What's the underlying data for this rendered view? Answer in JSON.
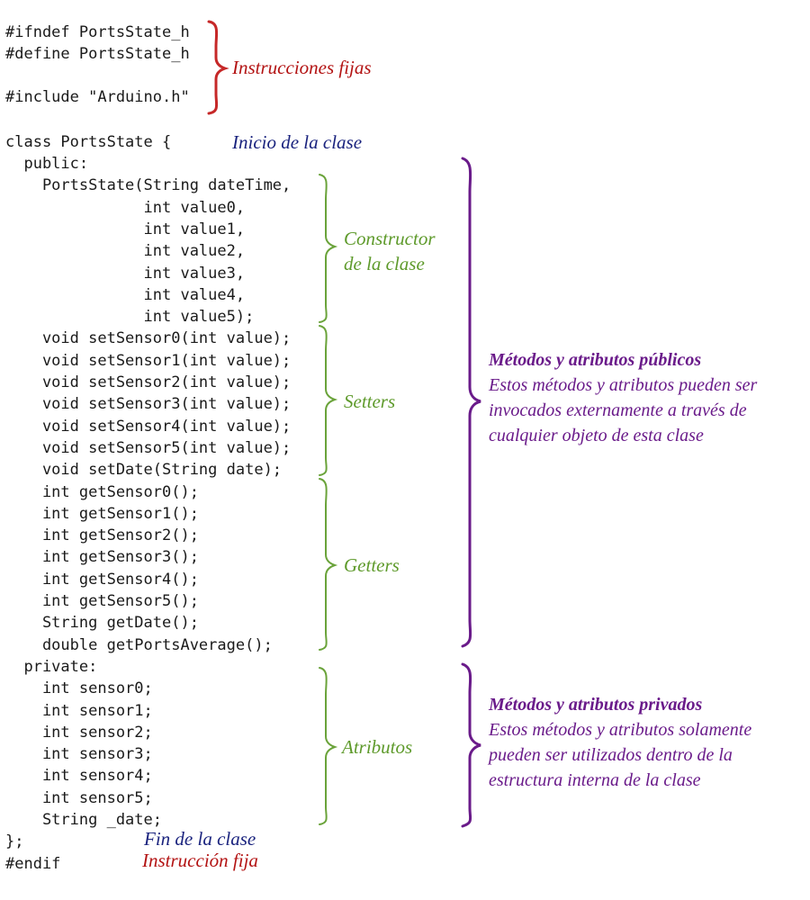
{
  "code_lines": [
    "#ifndef PortsState_h",
    "#define PortsState_h",
    "",
    "#include \"Arduino.h\"",
    "",
    "class PortsState {",
    "  public:",
    "    PortsState(String dateTime,",
    "               int value0,",
    "               int value1,",
    "               int value2,",
    "               int value3,",
    "               int value4,",
    "               int value5);",
    "    void setSensor0(int value);",
    "    void setSensor1(int value);",
    "    void setSensor2(int value);",
    "    void setSensor3(int value);",
    "    void setSensor4(int value);",
    "    void setSensor5(int value);",
    "    void setDate(String date);",
    "    int getSensor0();",
    "    int getSensor1();",
    "    int getSensor2();",
    "    int getSensor3();",
    "    int getSensor4();",
    "    int getSensor5();",
    "    String getDate();",
    "    double getPortsAverage();",
    "  private:",
    "    int sensor0;",
    "    int sensor1;",
    "    int sensor2;",
    "    int sensor3;",
    "    int sensor4;",
    "    int sensor5;",
    "    String _date;",
    "};",
    "#endif"
  ],
  "annotations": {
    "fixed_instructions": "Instrucciones fijas",
    "class_start": "Inicio de la clase",
    "constructor_line1": "Constructor",
    "constructor_line2": "de la clase",
    "setters": "Setters",
    "getters": "Getters",
    "attributes": "Atributos",
    "class_end": "Fin de la clase",
    "fixed_instruction": "Instrucción fija",
    "public_title": "Métodos y atributos públicos",
    "public_desc_1": "Estos métodos y atributos pueden ser",
    "public_desc_2": "invocados externamente a través de",
    "public_desc_3": "cualquier objeto de esta clase",
    "private_title": "Métodos y atributos privados",
    "private_desc_1": "Estos métodos y atributos solamente",
    "private_desc_2": "pueden ser utilizados dentro de la",
    "private_desc_3": "estructura interna de la clase"
  },
  "colors": {
    "code": "#1a1a1a",
    "fixed": "#b31313",
    "class_markers": "#1a237e",
    "sections": "#5e9a2b",
    "visibility": "#6a1b8a"
  }
}
